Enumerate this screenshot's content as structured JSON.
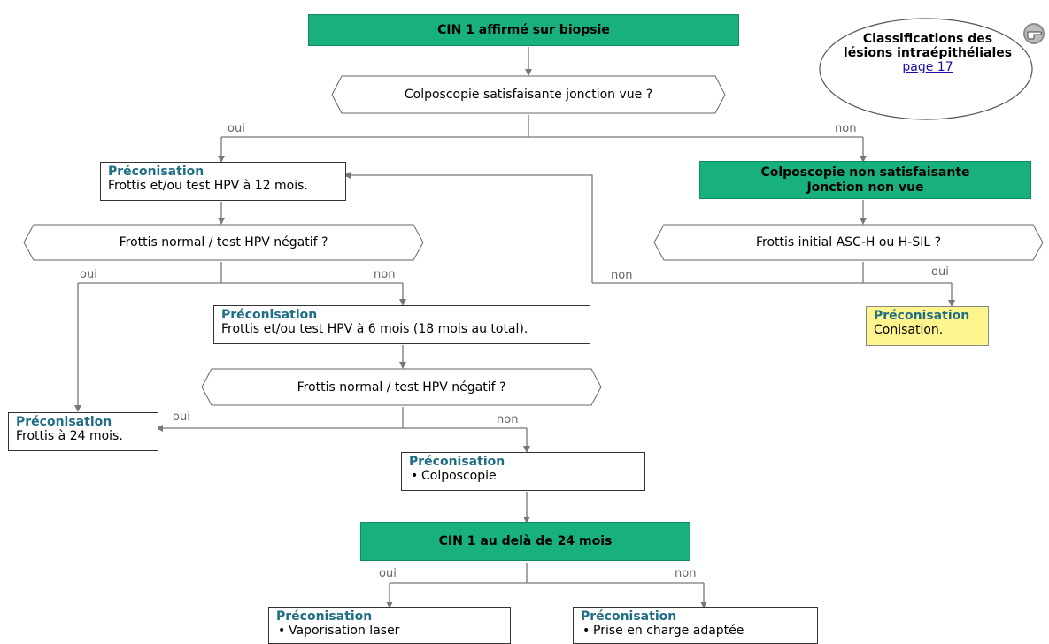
{
  "nodes": {
    "cin1_affirme": "CIN 1 affirmé sur biopsie",
    "colpo_satisfaisante_q": "Colposcopie satisfaisante jonction vue ?",
    "colpo_non_satisfaisante_l1": "Colposcopie non satisfaisante",
    "colpo_non_satisfaisante_l2": "Jonction non vue",
    "frottis_normal_q1": "Frottis normal / test HPV négatif ?",
    "frottis_initial_q": "Frottis initial ASC-H ou H-SIL ?",
    "frottis_normal_q2": "Frottis normal / test HPV négatif ?",
    "cin1_au_dela": "CIN 1 au delà de 24 mois"
  },
  "recommendations": {
    "heading": "Préconisation",
    "r12": "Frottis et/ou test HPV à 12 mois.",
    "r6": "Frottis et/ou test HPV à 6 mois (18 mois au total).",
    "r24": "Frottis à 24 mois.",
    "conisation": "Conisation.",
    "colposcopie": "Colposcopie",
    "laser": "Vaporisation laser",
    "prise_en_charge": "Prise en charge adaptée"
  },
  "edge_labels": {
    "oui": "oui",
    "non": "non"
  },
  "callout": {
    "title": "Classifications des lésions intraépithéliales",
    "link": "page 17",
    "icon": "pointing-hand-icon"
  },
  "colors": {
    "green": "#17b07e",
    "yellow": "#fef58e",
    "heading": "#1f6e86",
    "connector": "#777777"
  }
}
